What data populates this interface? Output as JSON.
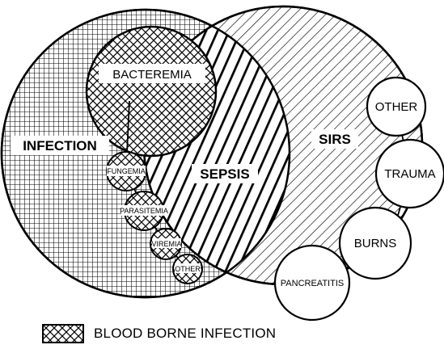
{
  "sets": {
    "infection": "INFECTION",
    "bacteremia": "BACTEREMIA",
    "sepsis": "SEPSIS",
    "sirs": "SIRS"
  },
  "blood_borne": {
    "fungemia": "FUNGEMIA",
    "parasitemia": "PARASITEMIA",
    "viremia": "VIREMIA",
    "other": "OTHER"
  },
  "sirs_causes": {
    "other": "OTHER",
    "trauma": "TRAUMA",
    "burns": "BURNS",
    "pancreatitis": "PANCREATITIS"
  },
  "legend": {
    "label": "BLOOD BORNE INFECTION"
  }
}
